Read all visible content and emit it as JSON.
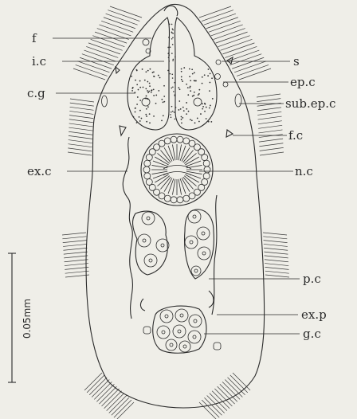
{
  "figure": {
    "labels_left": [
      {
        "id": "f",
        "text": "f"
      },
      {
        "id": "ic",
        "text": "i.c"
      },
      {
        "id": "cg",
        "text": "c.g"
      },
      {
        "id": "exc",
        "text": "ex.c"
      }
    ],
    "labels_right": [
      {
        "id": "s",
        "text": "s"
      },
      {
        "id": "epc",
        "text": "ep.c"
      },
      {
        "id": "subepc",
        "text": "sub.ep.c"
      },
      {
        "id": "fc",
        "text": "f.c"
      },
      {
        "id": "nc",
        "text": "n.c"
      },
      {
        "id": "pc",
        "text": "p.c"
      },
      {
        "id": "exp",
        "text": "ex.p"
      },
      {
        "id": "gc",
        "text": "g.c"
      }
    ],
    "scale_bar": {
      "text": "0.05mm"
    }
  }
}
